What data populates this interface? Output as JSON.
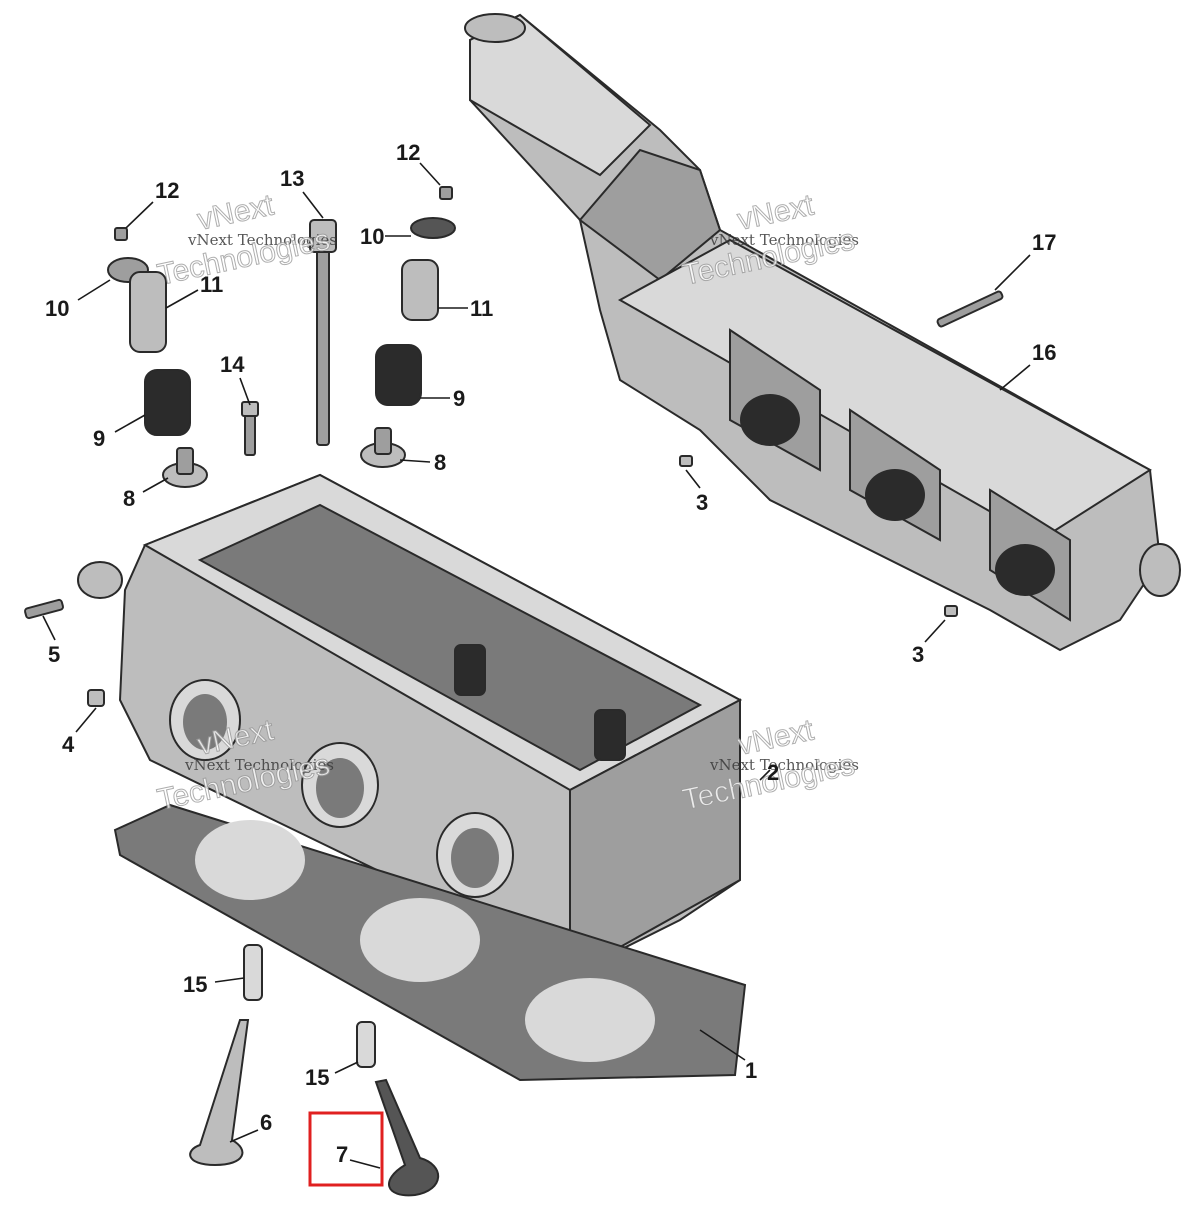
{
  "labels": [
    {
      "id": "l1",
      "text": "1"
    },
    {
      "id": "l2",
      "text": "2"
    },
    {
      "id": "l3a",
      "text": "3"
    },
    {
      "id": "l3b",
      "text": "3"
    },
    {
      "id": "l4",
      "text": "4"
    },
    {
      "id": "l5",
      "text": "5"
    },
    {
      "id": "l6",
      "text": "6"
    },
    {
      "id": "l7",
      "text": "7"
    },
    {
      "id": "l8a",
      "text": "8"
    },
    {
      "id": "l8b",
      "text": "8"
    },
    {
      "id": "l9a",
      "text": "9"
    },
    {
      "id": "l9b",
      "text": "9"
    },
    {
      "id": "l10a",
      "text": "10"
    },
    {
      "id": "l10b",
      "text": "10"
    },
    {
      "id": "l11a",
      "text": "11"
    },
    {
      "id": "l11b",
      "text": "11"
    },
    {
      "id": "l12a",
      "text": "12"
    },
    {
      "id": "l12b",
      "text": "12"
    },
    {
      "id": "l13",
      "text": "13"
    },
    {
      "id": "l14",
      "text": "14"
    },
    {
      "id": "l15a",
      "text": "15"
    },
    {
      "id": "l15b",
      "text": "15"
    },
    {
      "id": "l16",
      "text": "16"
    },
    {
      "id": "l17",
      "text": "17"
    }
  ],
  "watermark": {
    "line1": "vNext Technologies",
    "line2": "vNext",
    "line3": "Technologies"
  },
  "highlight": {
    "label": "7",
    "color": "#e02020"
  }
}
